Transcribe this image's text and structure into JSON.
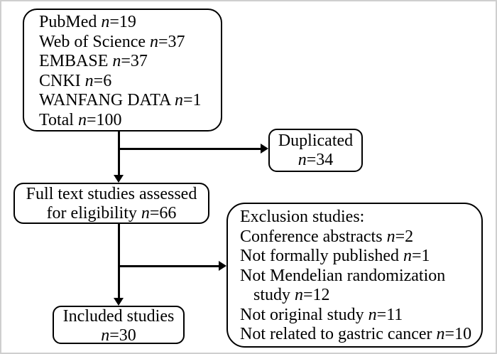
{
  "figure": {
    "background": "#ffffff",
    "frame_color": "#cfcfcf",
    "stroke_color": "#000000",
    "boxes": {
      "identification": {
        "lines": [
          "PubMed n=19",
          "Web of Science n=37",
          "EMBASE n=37",
          "CNKI n=6",
          "WANFANG DATA n=1",
          "Total n=100"
        ]
      },
      "duplicated": {
        "lines": [
          "Duplicated",
          "n=34"
        ]
      },
      "eligibility": {
        "lines": [
          "Full text studies assessed",
          "for eligibility n=66"
        ]
      },
      "exclusion": {
        "lines": [
          "Exclusion studies:",
          "Conference abstracts n=2",
          "Not formally published n=1",
          "Not Mendelian randomization",
          "study n=12",
          "Not original study n=11",
          "Not related to gastric cancer n=10"
        ]
      },
      "included": {
        "lines": [
          "Included studies",
          "n=30"
        ]
      }
    }
  }
}
